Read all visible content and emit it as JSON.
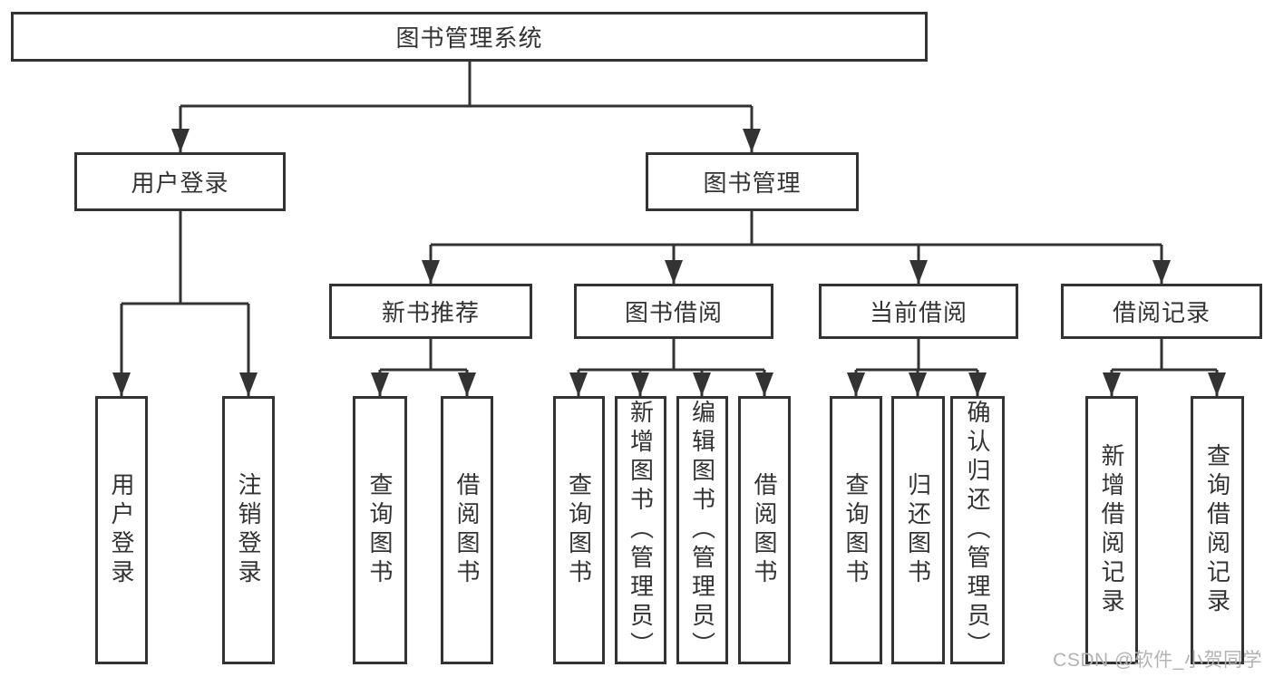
{
  "tree": {
    "root": {
      "label": "图书管理系统",
      "children": [
        {
          "label": "用户登录",
          "children": [
            {
              "label": "用户登录"
            },
            {
              "label": "注销登录"
            }
          ]
        },
        {
          "label": "图书管理",
          "children": [
            {
              "label": "新书推荐",
              "children": [
                {
                  "label": "查询图书"
                },
                {
                  "label": "借阅图书"
                }
              ]
            },
            {
              "label": "图书借阅",
              "children": [
                {
                  "label": "查询图书"
                },
                {
                  "label": "新增图书（管理员）"
                },
                {
                  "label": "编辑图书（管理员）"
                },
                {
                  "label": "借阅图书"
                }
              ]
            },
            {
              "label": "当前借阅",
              "children": [
                {
                  "label": "查询图书"
                },
                {
                  "label": "归还图书"
                },
                {
                  "label": "确认归还（管理员）"
                }
              ]
            },
            {
              "label": "借阅记录",
              "children": [
                {
                  "label": "新增借阅记录"
                },
                {
                  "label": "查询借阅记录"
                }
              ]
            }
          ]
        }
      ]
    }
  },
  "watermark": {
    "text": "CSDN @软件_小贺同学"
  },
  "colors": {
    "line": "#333333",
    "text": "#333333",
    "box_background": "#ffffff",
    "watermark": "#b3b3b3",
    "page_background": "#ffffff"
  }
}
